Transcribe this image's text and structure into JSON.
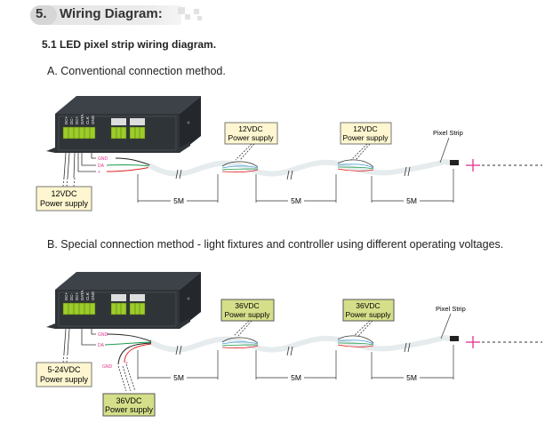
{
  "header": {
    "number": "5.",
    "title": "Wiring Diagram:"
  },
  "subtitle": "5.1 LED pixel strip wiring diagram.",
  "section_a": {
    "title": "A.  Conventional connection method.",
    "controller_power": [
      "12VDC",
      "Power supply"
    ],
    "injection_power": [
      "12VDC",
      "Power supply"
    ],
    "wire_labels": [
      "GND",
      "DA",
      "+"
    ],
    "strip_label": "Pixel Strip",
    "distance": "5M"
  },
  "section_b": {
    "title": "B.  Special connection method - light fixtures and controller using different operating voltages.",
    "controller_power": [
      "5-24VDC",
      "Power supply"
    ],
    "strip_power": [
      "36VDC",
      "Power supply"
    ],
    "injection_power": [
      "36VDC",
      "Power supply"
    ],
    "wire_labels": [
      "GND",
      "DA",
      "GND",
      "+"
    ],
    "strip_label": "Pixel Strip",
    "distance": "5M"
  },
  "controller": {
    "terminals": [
      "DC+",
      "DC-",
      "DC+",
      "DATA",
      "CLK",
      "GND"
    ]
  },
  "colors": {
    "power_box_a": "#fdf6d0",
    "power_box_b": "#d5df8a",
    "terminal": "#9ccc2a",
    "controller": "#2f3439",
    "wire_label": "#e0328c",
    "plus_mark": "#e0328c"
  }
}
